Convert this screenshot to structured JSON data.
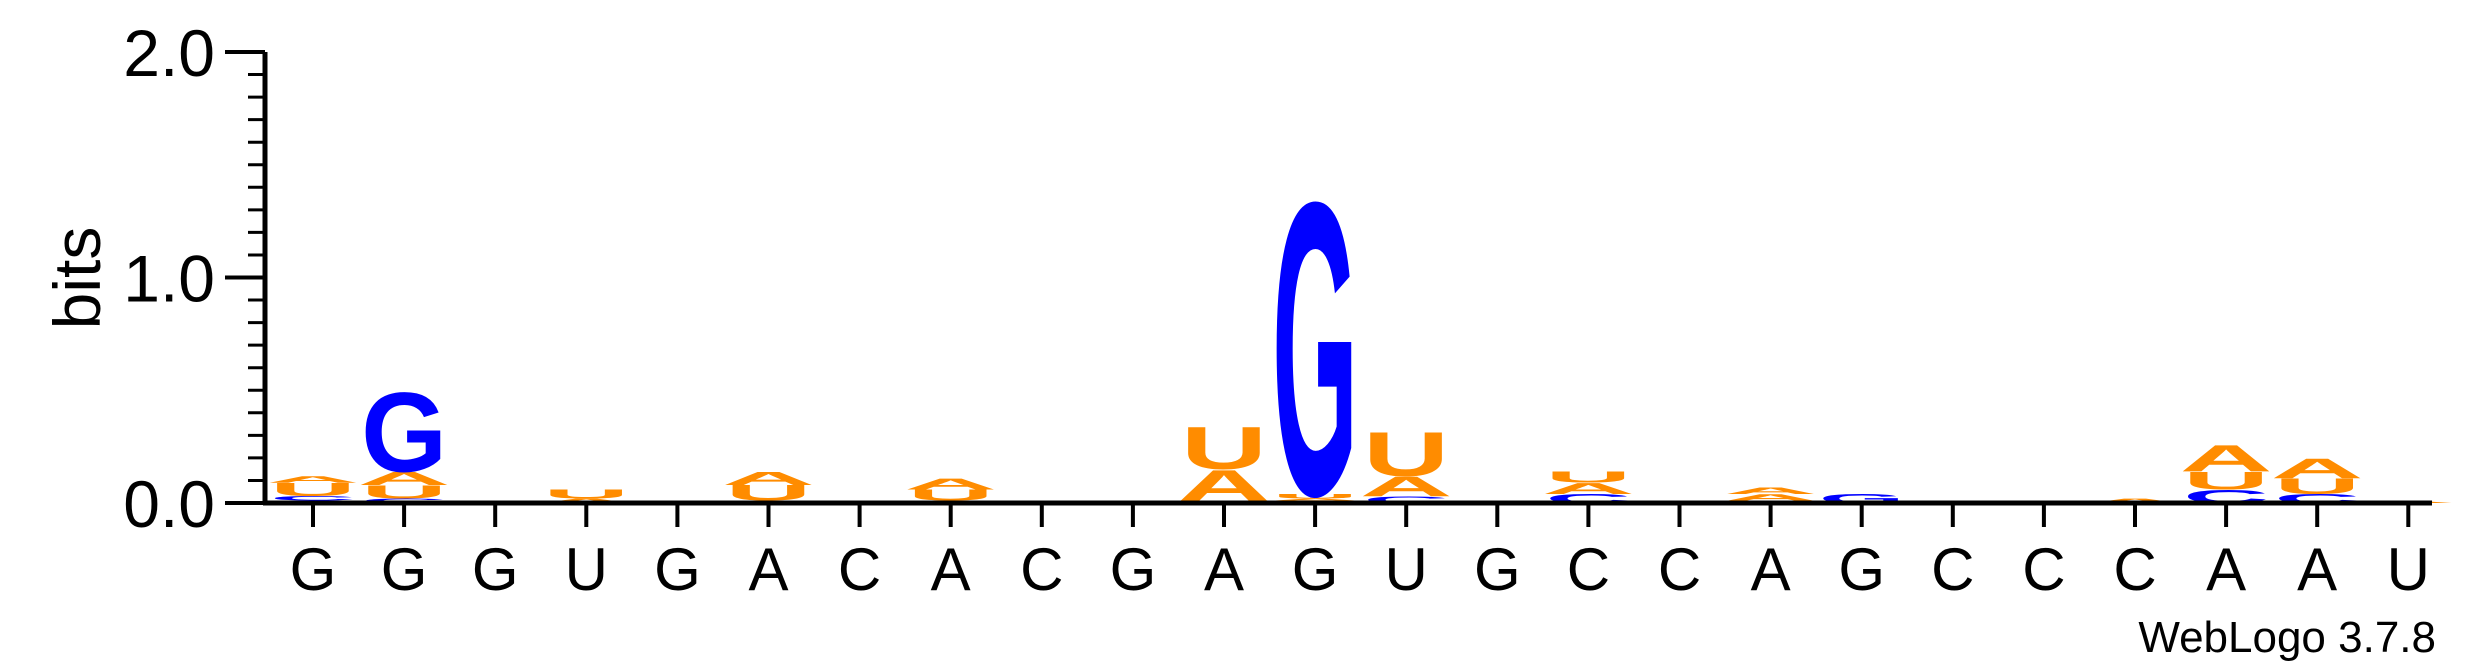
{
  "chart_data": {
    "type": "sequence-logo",
    "ylabel": "bits",
    "ylim": [
      0,
      2.0
    ],
    "yticks": [
      "0.0",
      "1.0",
      "2.0"
    ],
    "positions": [
      "G",
      "G",
      "G",
      "U",
      "G",
      "A",
      "C",
      "A",
      "C",
      "G",
      "A",
      "G",
      "U",
      "G",
      "C",
      "C",
      "A",
      "G",
      "C",
      "C",
      "C",
      "A",
      "A",
      "U"
    ],
    "colors": {
      "A": "#ff8c00",
      "U": "#ff8c00",
      "G": "#0000ff",
      "C": "#0000ff"
    },
    "stacks": [
      [
        {
          "base": "A",
          "bits": 0.01
        },
        {
          "base": "C",
          "bits": 0.02
        },
        {
          "base": "U",
          "bits": 0.06
        },
        {
          "base": "A",
          "bits": 0.03
        }
      ],
      [
        {
          "base": "C",
          "bits": 0.02
        },
        {
          "base": "U",
          "bits": 0.06
        },
        {
          "base": "A",
          "bits": 0.06
        },
        {
          "base": "G",
          "bits": 0.36
        }
      ],
      [],
      [
        {
          "base": "A",
          "bits": 0.02
        },
        {
          "base": "U",
          "bits": 0.04
        }
      ],
      [],
      [
        {
          "base": "C",
          "bits": 0.01
        },
        {
          "base": "U",
          "bits": 0.07
        },
        {
          "base": "A",
          "bits": 0.06
        }
      ],
      [],
      [
        {
          "base": "A",
          "bits": 0.01
        },
        {
          "base": "U",
          "bits": 0.05
        },
        {
          "base": "A",
          "bits": 0.05
        }
      ],
      [],
      [],
      [
        {
          "base": "C",
          "bits": 0.01
        },
        {
          "base": "A",
          "bits": 0.14
        },
        {
          "base": "U",
          "bits": 0.19
        }
      ],
      [
        {
          "base": "C",
          "bits": 0.01
        },
        {
          "base": "A",
          "bits": 0.01
        },
        {
          "base": "U",
          "bits": 0.02
        },
        {
          "base": "G",
          "bits": 1.33
        }
      ],
      [
        {
          "base": "C",
          "bits": 0.03
        },
        {
          "base": "A",
          "bits": 0.09
        },
        {
          "base": "U",
          "bits": 0.2
        }
      ],
      [],
      [
        {
          "base": "C",
          "bits": 0.04
        },
        {
          "base": "A",
          "bits": 0.05
        },
        {
          "base": "U",
          "bits": 0.05
        }
      ],
      [],
      [
        {
          "base": "U",
          "bits": 0.01
        },
        {
          "base": "A",
          "bits": 0.03
        },
        {
          "base": "A",
          "bits": 0.03
        }
      ],
      [
        {
          "base": "G",
          "bits": 0.04
        }
      ],
      [],
      [],
      [
        {
          "base": "A",
          "bits": 0.02
        }
      ],
      [
        {
          "base": "C",
          "bits": 0.06
        },
        {
          "base": "U",
          "bits": 0.08
        },
        {
          "base": "A",
          "bits": 0.12
        }
      ],
      [
        {
          "base": "C",
          "bits": 0.04
        },
        {
          "base": "U",
          "bits": 0.07
        },
        {
          "base": "A",
          "bits": 0.09
        }
      ],
      [
        {
          "base": "A",
          "bits": 0.01
        }
      ]
    ],
    "footer": "WebLogo 3.7.8"
  }
}
